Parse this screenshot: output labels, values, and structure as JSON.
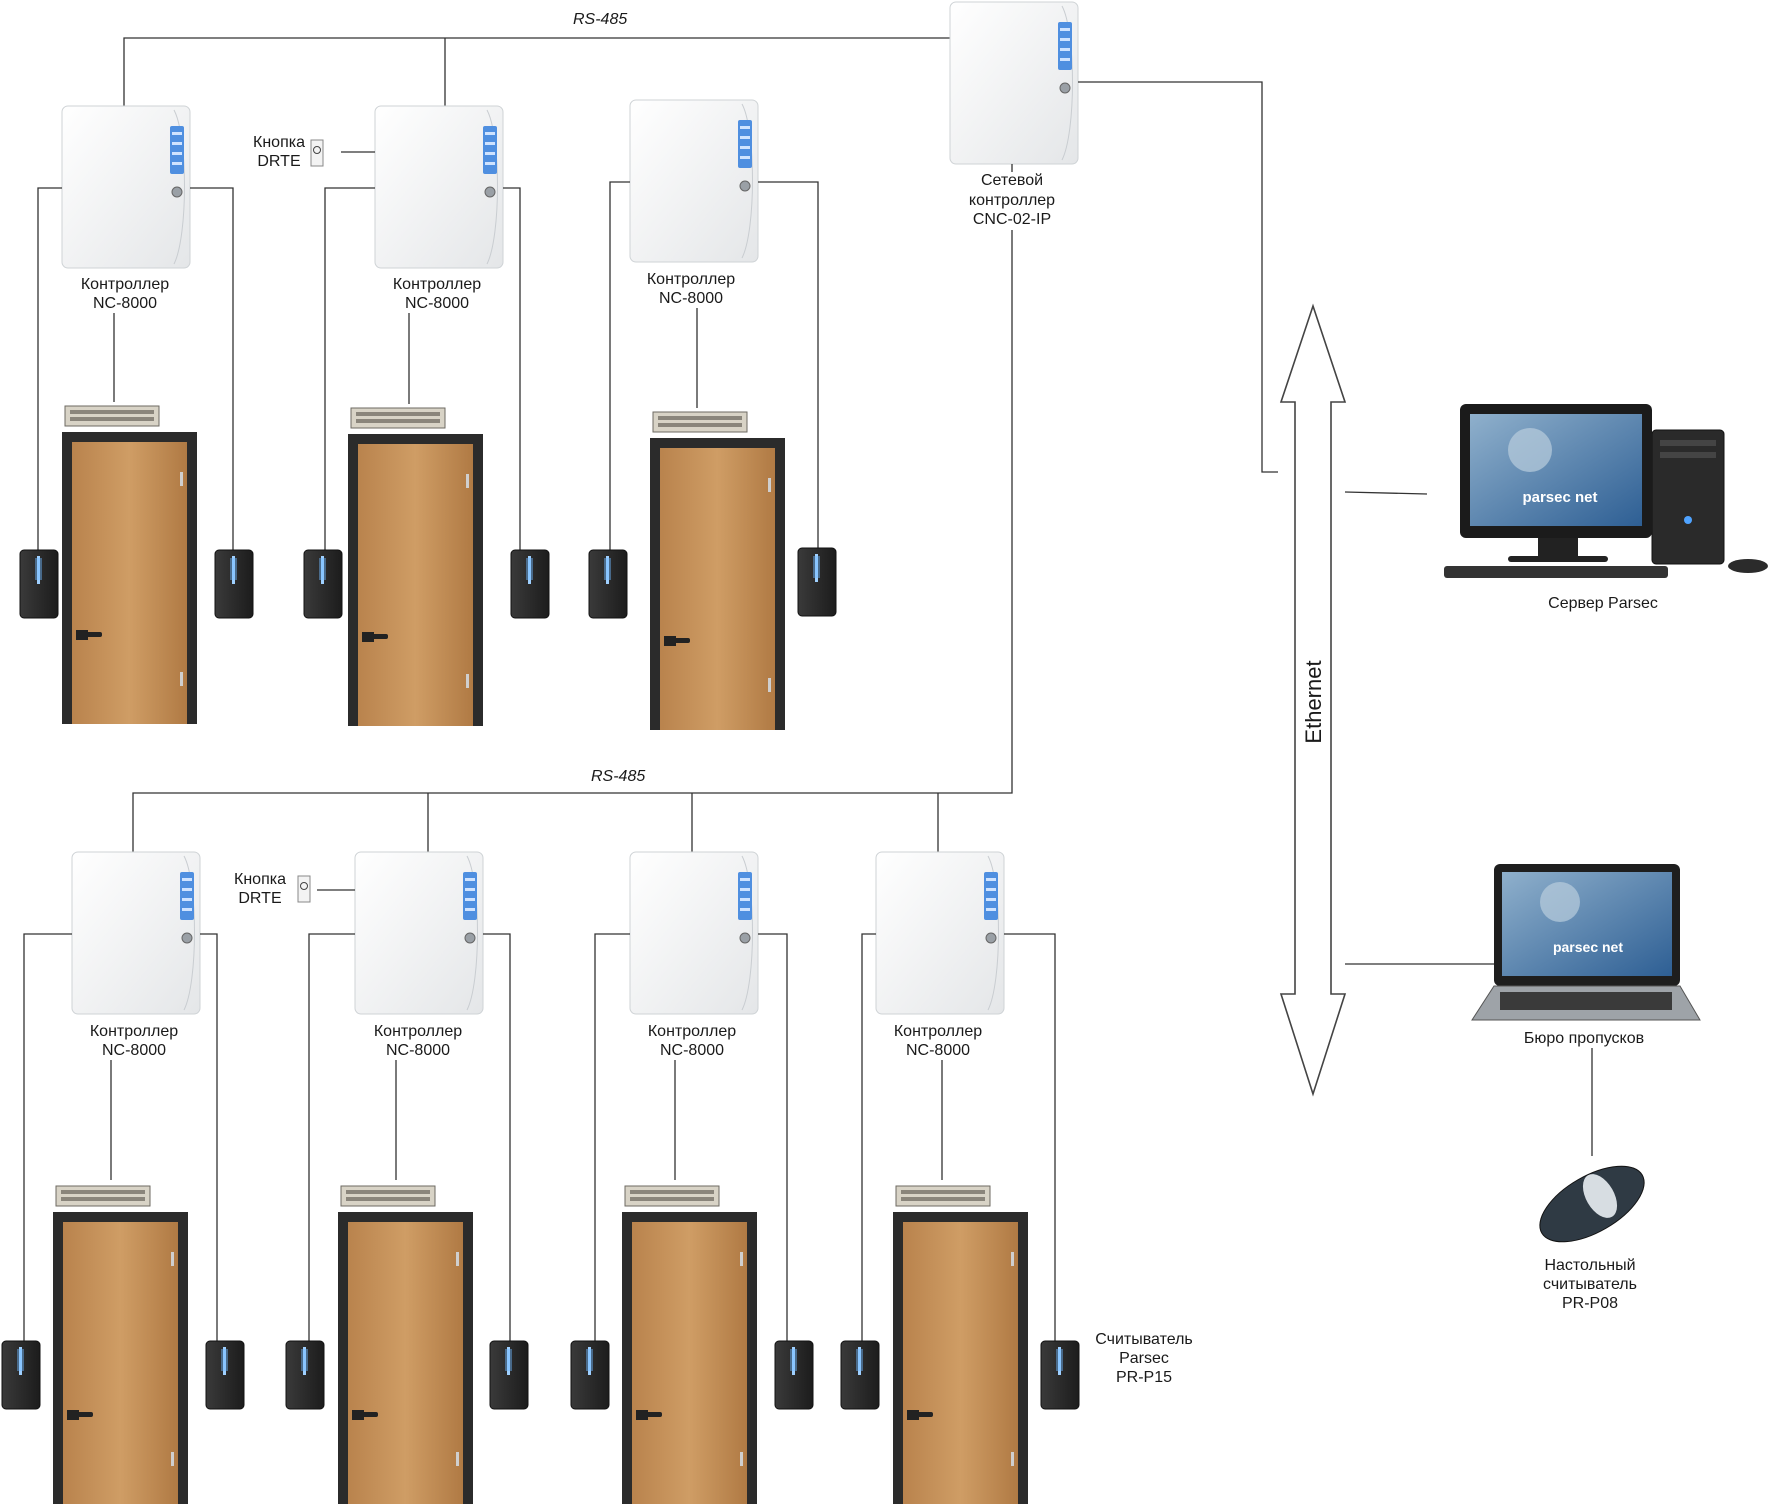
{
  "bus": {
    "top_label": "RS-485",
    "bottom_label": "RS-485"
  },
  "network": {
    "label": "Ethernet"
  },
  "cnc": {
    "line1": "Сетевой",
    "line2": "контроллер",
    "line3": "CNC-02-IP"
  },
  "controller": {
    "line1": "Контроллер",
    "line2": "NC-8000"
  },
  "button": {
    "line1": "Кнопка",
    "line2": "DRTE"
  },
  "server": {
    "label": "Сервер Parsec",
    "screen_brand": "parsec net"
  },
  "laptop": {
    "label": "Бюро пропусков",
    "screen_brand": "parsec net"
  },
  "desk_reader": {
    "line1": "Настольный",
    "line2": "считыватель",
    "line3": "PR-P08"
  },
  "reader": {
    "line1": "Считыватель",
    "line2": "Parsec",
    "line3": "PR-P15"
  },
  "colors": {
    "door": "#c8955e",
    "frame": "#2b2b2b",
    "led": "#6fb7ff",
    "screen": "#3a6fa8"
  }
}
